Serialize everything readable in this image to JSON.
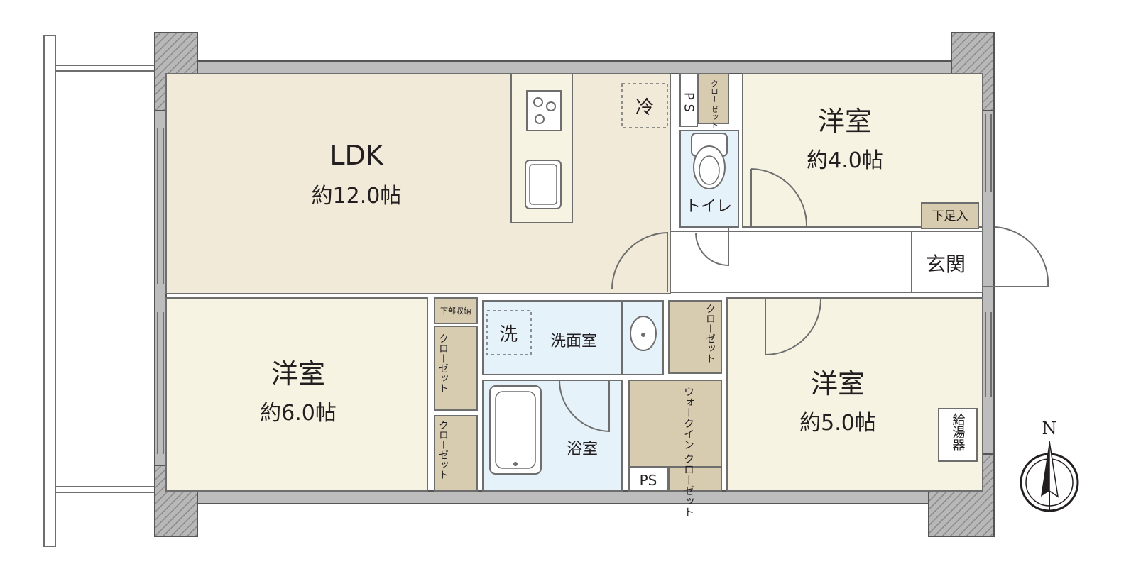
{
  "colors": {
    "ldk_floor": "#f2ead9",
    "western_floor": "#f7f3e3",
    "wet_area": "#e6f2fa",
    "storage": "#d7cbb0",
    "wall": "#5a5a5a",
    "wall_hatch": "#9a9a9a",
    "line": "#6e6e6e"
  },
  "rooms": {
    "ldk": {
      "name": "LDK",
      "size": "約12.0帖"
    },
    "western_nw": {
      "name": "洋室",
      "size": "約4.0帖"
    },
    "western_w": {
      "name": "洋室",
      "size": "約6.0帖"
    },
    "western_e": {
      "name": "洋室",
      "size": "約5.0帖"
    },
    "entrance": {
      "name": "玄関"
    },
    "toilet": {
      "name": "トイレ"
    },
    "washroom": {
      "name": "洗面室"
    },
    "bathroom": {
      "name": "浴室"
    }
  },
  "labels": {
    "fridge": "冷",
    "washer": "洗",
    "ps_top": "P S",
    "ps_bottom": "PS",
    "shoe_box": "下足入",
    "under_storage": "下部収納",
    "water_heater": "給湯器",
    "closet": "クローゼット",
    "closet_short": "クロー ゼット",
    "walk_in_closet": "ウォークイン クローゼット",
    "north": "N"
  },
  "icons": [
    "stove-icon",
    "kitchen-sink-icon",
    "toilet-icon",
    "washbasin-icon",
    "bathtub-icon",
    "compass-icon"
  ]
}
